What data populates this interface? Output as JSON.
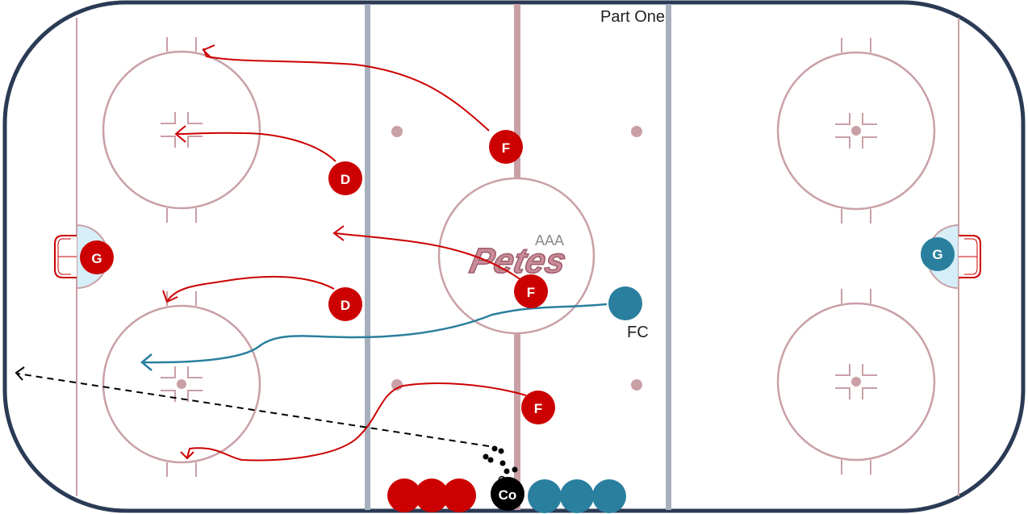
{
  "title": "Part One",
  "logo": {
    "main": "Petes",
    "sub": "AAA"
  },
  "labels": {
    "forecheck": "FC"
  },
  "colors": {
    "board": "#2b3a55",
    "red_line": "#c9a0a6",
    "blue_line": "#a6b0bd",
    "circle": "#c9a0a6",
    "team_red": "#cc0000",
    "team_blue": "#2a7f9e",
    "crease": "#d6eef8",
    "coach": "#000000"
  },
  "players": {
    "goalie_red": "G",
    "goalie_blue": "G",
    "forward_top": "F",
    "forward_center": "F",
    "forward_bottom": "F",
    "defense_top": "D",
    "defense_bottom": "D",
    "coach": "Co"
  }
}
